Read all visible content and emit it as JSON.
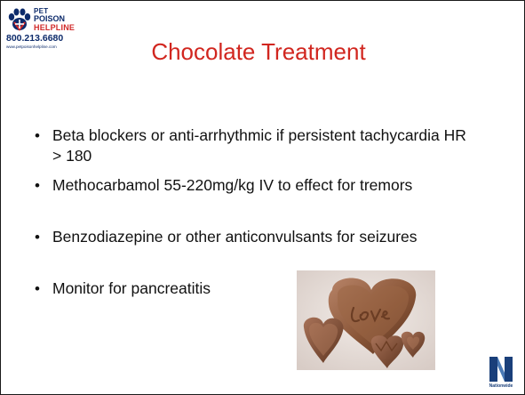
{
  "logo": {
    "line_pet": "PET",
    "line_poison": "POISON",
    "line_helpline": "HELPLINE",
    "phone": "800.213.6680",
    "url": "www.petpoisonhelpline.com",
    "colors": {
      "navy": "#0d2b6b",
      "red": "#d12a2a"
    }
  },
  "slide": {
    "title": "Chocolate Treatment",
    "title_color": "#d1261f",
    "bullets": [
      {
        "text": "Beta blockers or anti-arrhythmic if persistent tachycardia HR > 180"
      },
      {
        "text": "Methocarbamol 55-220mg/kg IV to effect for tremors"
      },
      {
        "text": "Benzodiazepine or other anticonvulsants for seizures"
      },
      {
        "text": "Monitor for pancreatitis"
      }
    ],
    "image_caption_text": "Love"
  },
  "footer_logo": {
    "label": "Nationwide",
    "color": "#1a3f7a"
  }
}
